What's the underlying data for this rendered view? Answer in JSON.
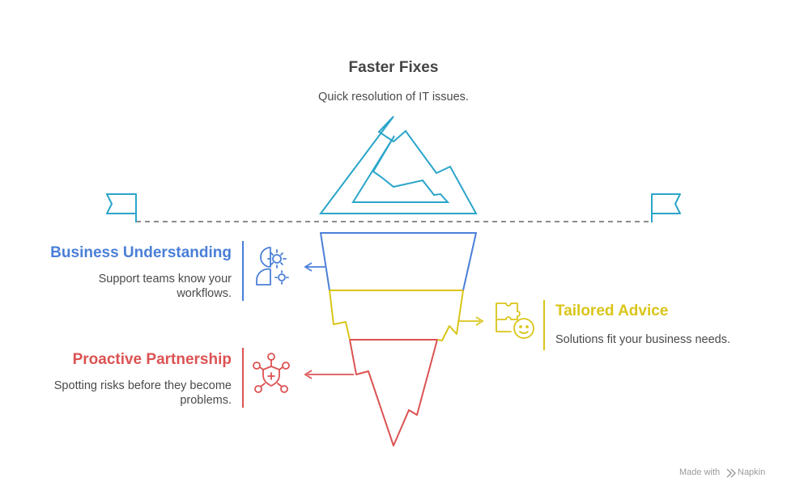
{
  "colors": {
    "blue_teal": "#2AA5C9",
    "blue": "#4A7FD8",
    "yellow": "#D9C51A",
    "red": "#DC5252",
    "dash": "#666666",
    "text": "#444444"
  },
  "top": {
    "title": "Faster Fixes",
    "description": "Quick resolution of IT issues."
  },
  "items": [
    {
      "title": "Business Understanding",
      "line1": "Support teams know your",
      "line2": "workflows.",
      "icon": "head-gear-icon"
    },
    {
      "title": "Tailored Advice",
      "line1": "Solutions fit your business needs.",
      "icon": "puzzle-face-icon"
    },
    {
      "title": "Proactive Partnership",
      "line1": "Spotting risks before they become",
      "line2": "problems.",
      "icon": "shield-network-icon"
    }
  ],
  "footer": {
    "made_with": "Made with",
    "brand": "Napkin"
  }
}
